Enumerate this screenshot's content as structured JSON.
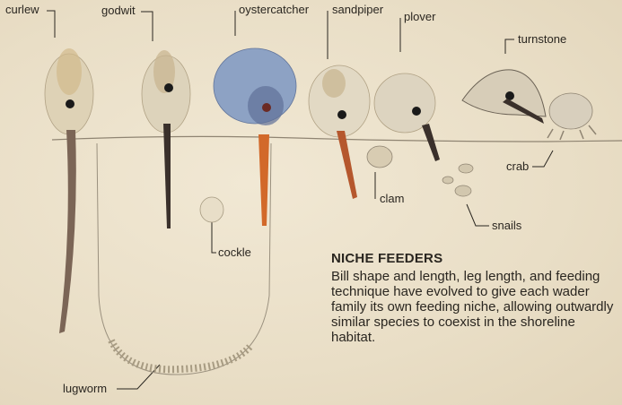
{
  "labels": {
    "curlew": "curlew",
    "godwit": "godwit",
    "oystercatcher": "oystercatcher",
    "sandpiper": "sandpiper",
    "plover": "plover",
    "turnstone": "turnstone",
    "crab": "crab",
    "clam": "clam",
    "snails": "snails",
    "cockle": "cockle",
    "lugworm": "lugworm"
  },
  "caption": {
    "title": "NICHE FEEDERS",
    "body": "Bill shape and length, leg length, and feeding technique have evolved to give each wader family its own feeding niche, allowing outwardly similar species to coexist in the shoreline habitat."
  },
  "colors": {
    "background": "#ece2cc",
    "ink": "#2a2620",
    "oystercatcher_bill": "#d2692a",
    "oystercatcher_head": "#7d93b8"
  }
}
